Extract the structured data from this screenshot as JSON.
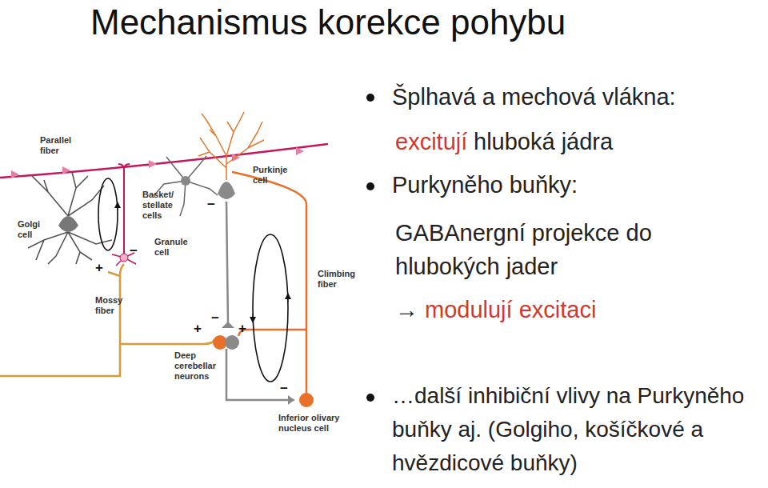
{
  "diagram": {
    "title": "Mechanismus korekce pohybu",
    "labels": [
      "Šplhavá a mechová vlákna:",
      "excitují",
      "hluboká jádra",
      "Purkyněho buňky:",
      "GABAnergní projekce do hlubokých jader",
      "→",
      "modulují excitaci",
      "…další inhibiční vlivy na Purkyněho buňky aj. (Golgiho, košíčkové a hvězdicové buňky)",
      "Parallel fiber",
      "Golgi cell",
      "Basket/ stellate cells",
      "Purkinje cell",
      "Granule cell",
      "Mossy fiber",
      "Climbing fiber",
      "Deep cerebellar neurons",
      "Inferior olivary nucleus cell",
      "−",
      "+",
      "−",
      "+",
      "−",
      "+",
      "−"
    ]
  }
}
